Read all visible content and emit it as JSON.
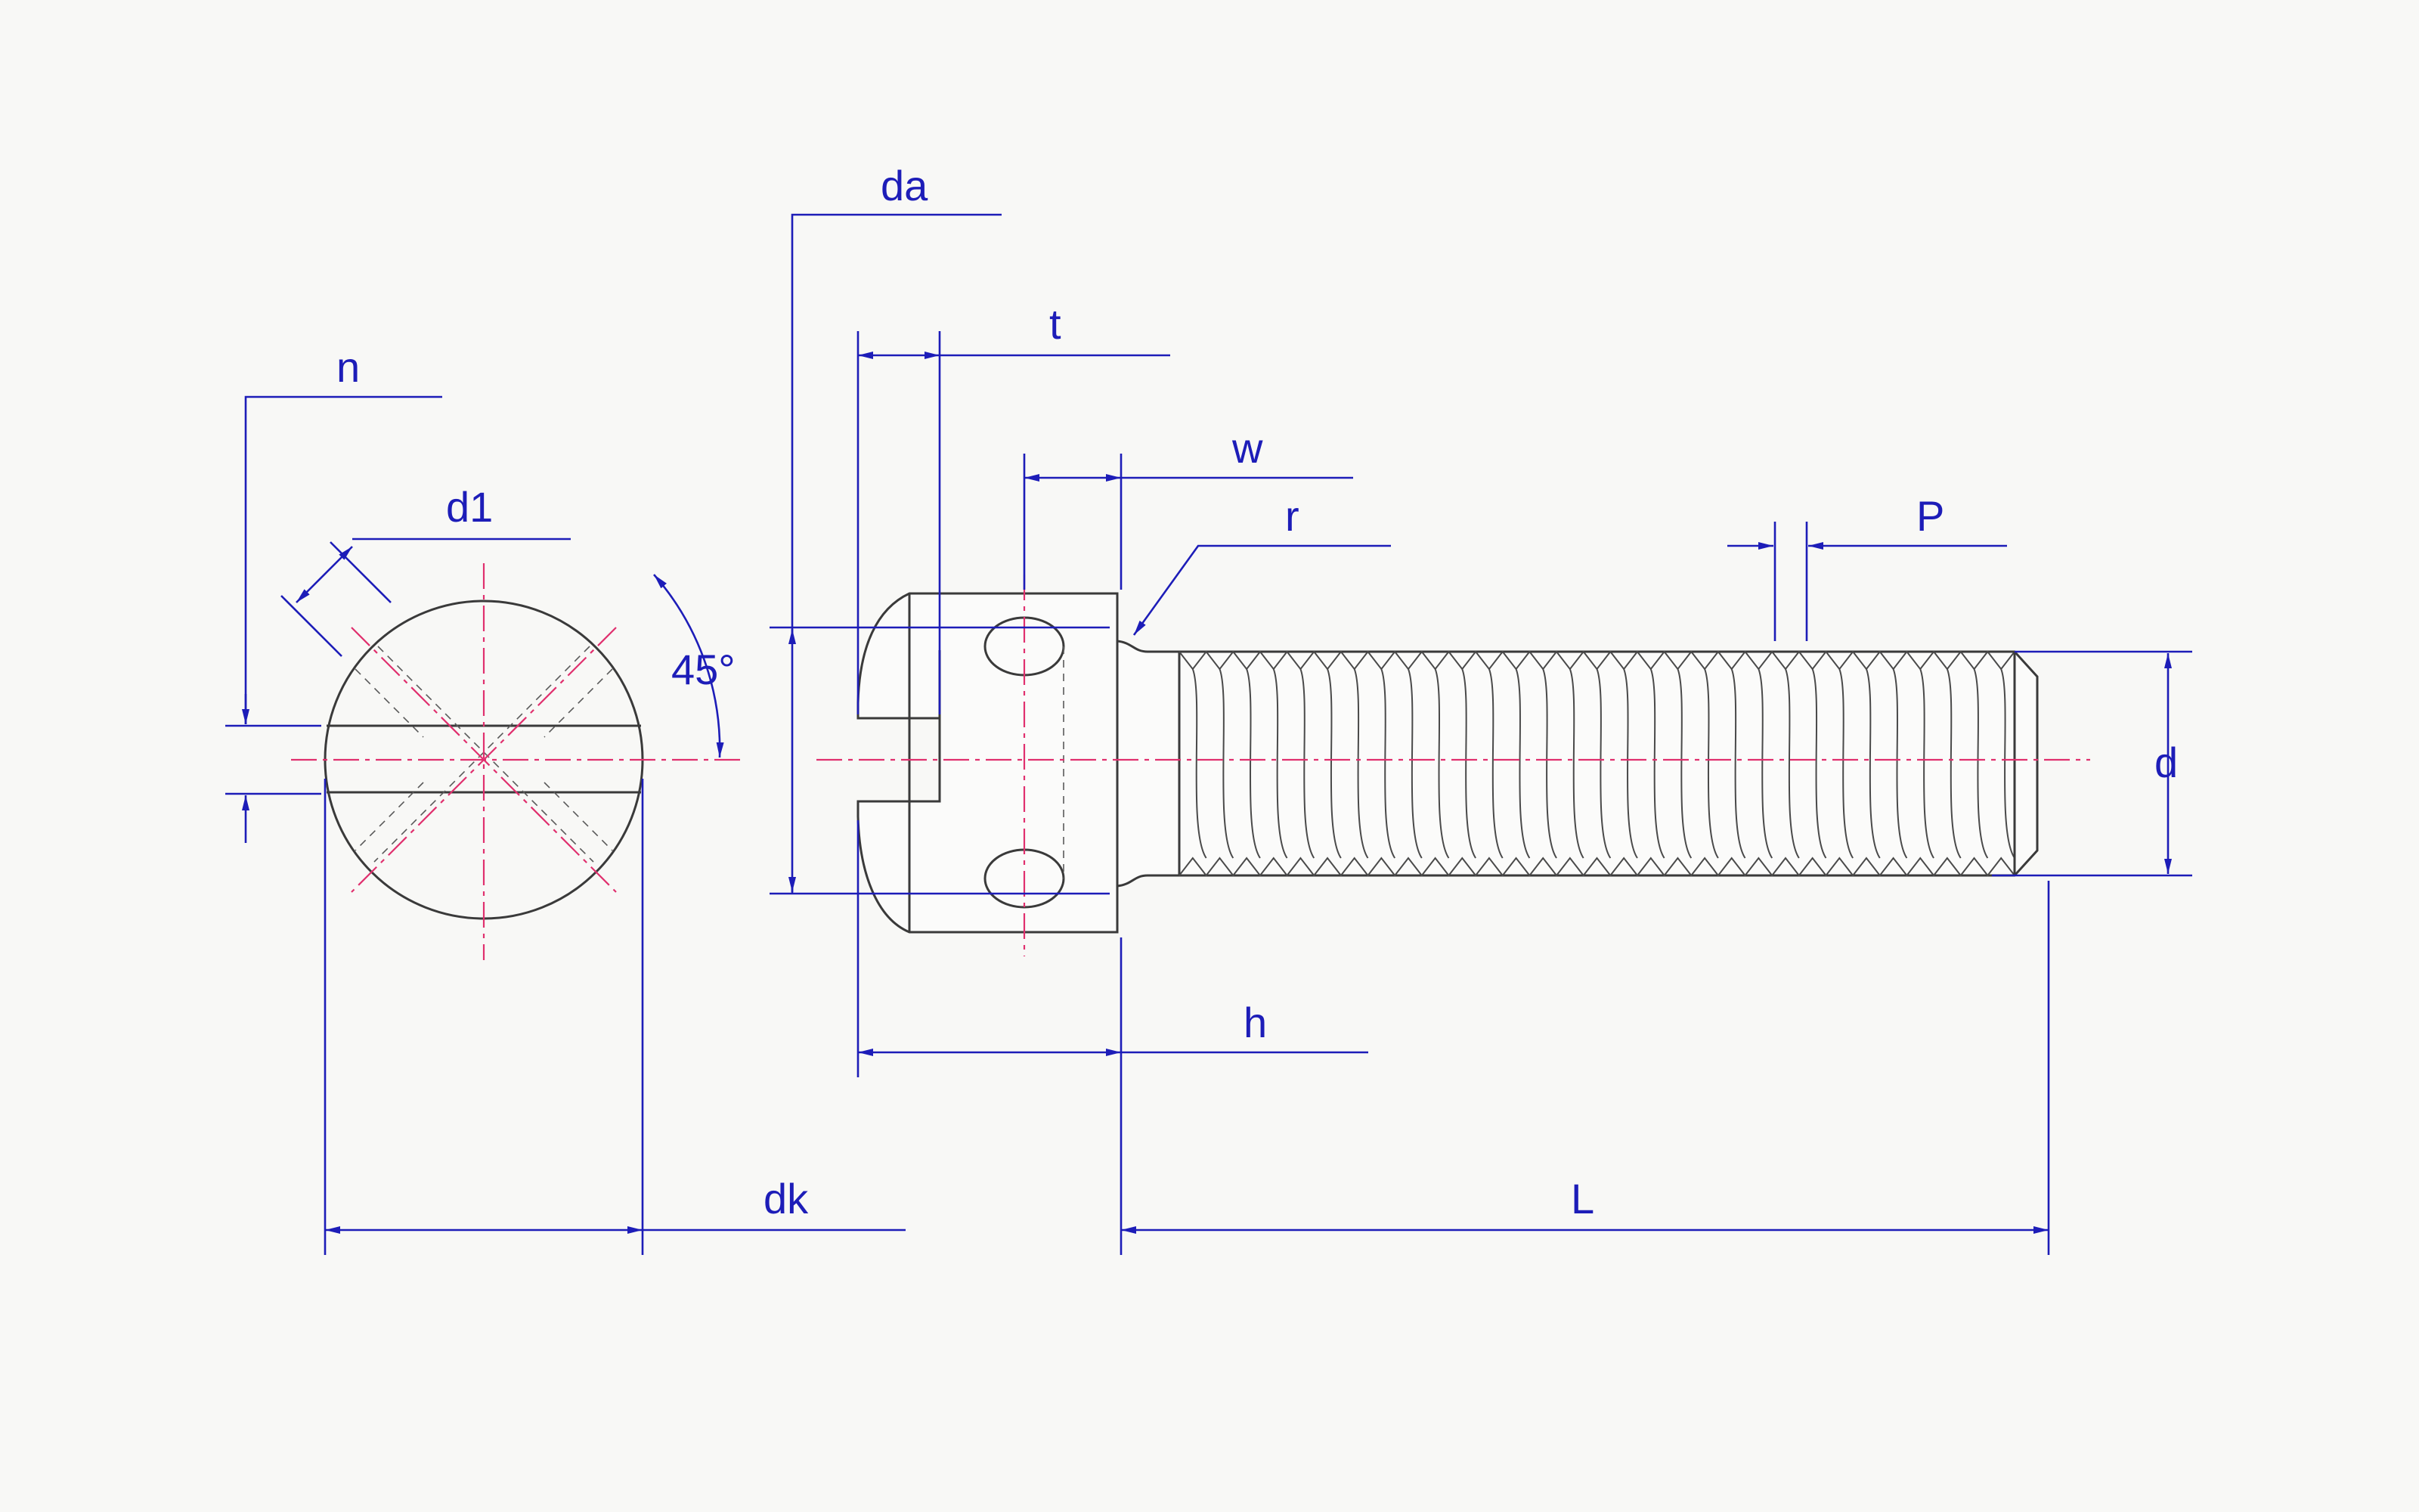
{
  "labels": {
    "n": "n",
    "d1": "d1",
    "angle": "45°",
    "dk": "dk",
    "da": "da",
    "t": "t",
    "w": "w",
    "r": "r",
    "P": "P",
    "d": "d",
    "h": "h",
    "L": "L"
  },
  "colors": {
    "dimension": "#1d1db8",
    "centerline": "#e0306e",
    "outline": "#3a3a3a"
  },
  "thread": {
    "turns": 31
  }
}
